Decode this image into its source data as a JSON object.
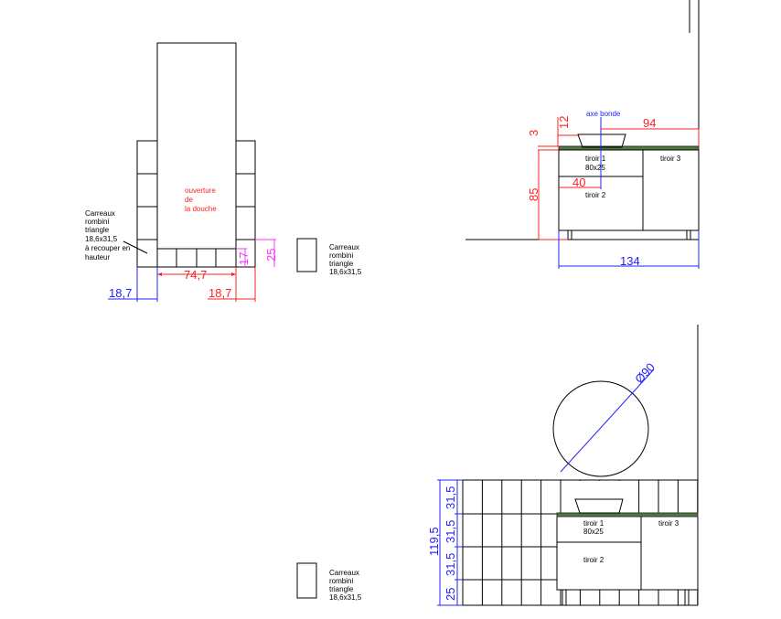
{
  "colors": {
    "red": "#ff2020",
    "blue": "#2020ff",
    "magenta": "#ff30ff",
    "counter": "#4d7a3a"
  },
  "plan": {
    "opening": [
      "ouverture",
      "de",
      "la douche"
    ],
    "tile_note_left": [
      "Carreaux",
      "rombini",
      "triangle",
      "18,6x31,5",
      "à recouper en",
      "hauteur"
    ],
    "tile_note_right": [
      "Carreaux",
      "rombini",
      "triangle",
      "18,6x31,5"
    ],
    "dims": {
      "width": "74,7",
      "left": "18,7",
      "right": "18,7",
      "h17": "17",
      "h25": "25"
    }
  },
  "elevation": {
    "axe": "axe bonde",
    "dims": {
      "d94": "94",
      "d12": "12",
      "d3": "3",
      "d85": "85",
      "d40": "40",
      "d134": "134"
    },
    "drawers": {
      "t1": "tiroir 1",
      "t1size": "80x25",
      "t2": "tiroir 2",
      "t3": "tiroir 3"
    }
  },
  "wall": {
    "mirror": "Ø90",
    "total": "119,5",
    "rows": [
      "31,5",
      "31,5",
      "31,5",
      "25"
    ],
    "drawers": {
      "t1": "tiroir 1",
      "t1size": "80x25",
      "t2": "tiroir 2",
      "t3": "tiroir 3"
    },
    "tile_note": [
      "Carreaux",
      "rombini",
      "triangle",
      "18,6x31,5"
    ]
  }
}
